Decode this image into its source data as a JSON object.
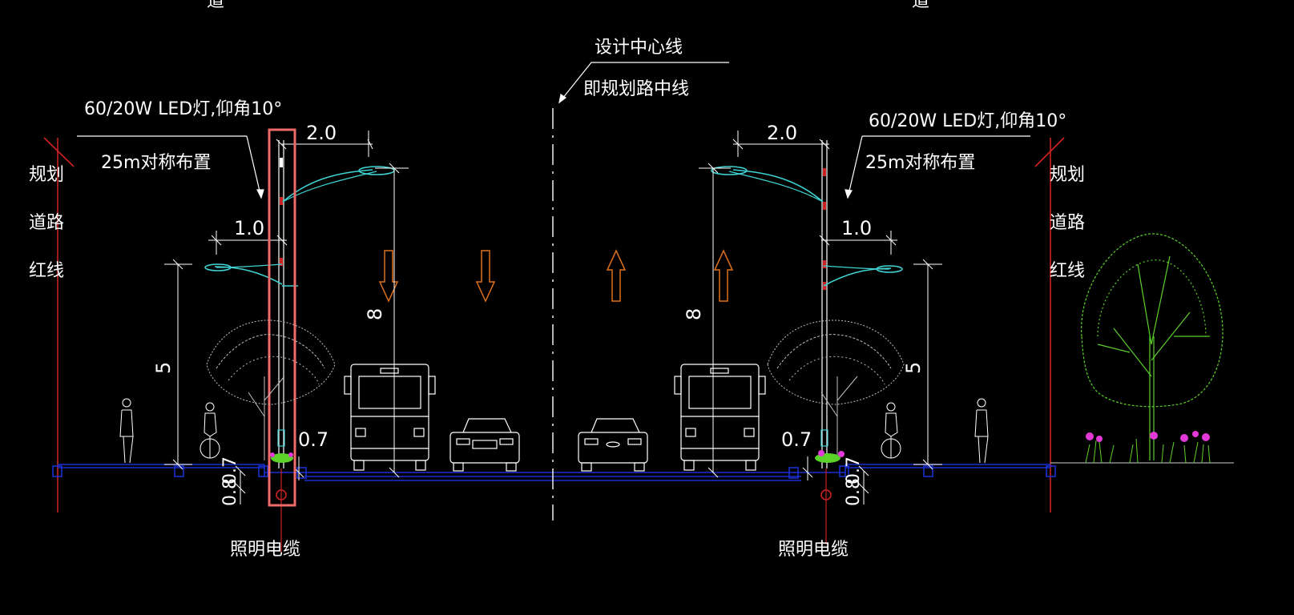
{
  "top_partial": {
    "left_glyph": "道",
    "right_glyph": "道"
  },
  "center_line": {
    "label_1": "设计中心线",
    "label_2": "即规划路中线"
  },
  "left_lamp": {
    "spec": "60/20W LED灯,仰角10°",
    "layout": "25m对称布置",
    "upper_arm": "2.0",
    "lower_arm": "1.0",
    "pole_height": "8",
    "lower_height": "5",
    "offset": "0.7",
    "depth": "0.7",
    "depth_2": "0.8",
    "cable": "照明电缆"
  },
  "right_lamp": {
    "spec": "60/20W LED灯,仰角10°",
    "layout": "25m对称布置",
    "upper_arm": "2.0",
    "lower_arm": "1.0",
    "pole_height": "8",
    "lower_height": "5",
    "offset": "0.7",
    "depth": "0.7",
    "depth_2": "0.8",
    "cable": "照明电缆"
  },
  "red_line_left": {
    "line_1": "规划",
    "line_2": "道路",
    "line_3": "红线"
  },
  "red_line_right": {
    "line_1": "规划",
    "line_2": "道路",
    "line_3": "红线"
  },
  "colors": {
    "background": "#000000",
    "text": "#ffffff",
    "red_line": "#cc2222",
    "road_blue": "#1a2fd0",
    "lamp_cyan": "#3fd3d3",
    "arrow_orange": "#e0701a",
    "tree_grey": "#bfbfbf",
    "tree_green": "#5bd12a",
    "flower_magenta": "#e23ad8",
    "highlight_box": "#f06a6a"
  }
}
